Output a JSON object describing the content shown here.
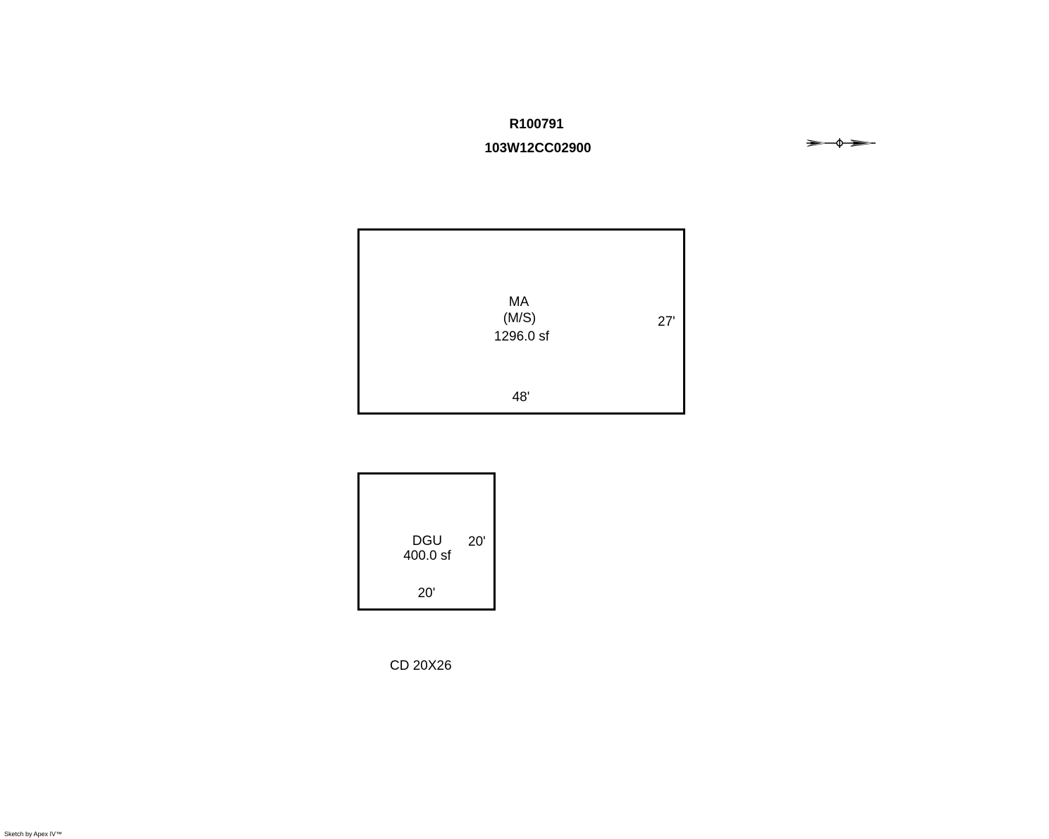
{
  "header": {
    "parcel_id": "R100791",
    "account_number": "103W12CC02900"
  },
  "compass": {
    "icon": "north-arrow-icon"
  },
  "rooms": {
    "main": {
      "code": "MA",
      "type": "(M/S)",
      "area": "1296.0 sf",
      "side_dimension": "27'",
      "bottom_dimension": "48'"
    },
    "garage": {
      "code": "DGU",
      "area": "400.0 sf",
      "side_dimension": "20'",
      "bottom_dimension": "20'"
    }
  },
  "note": "CD 20X26",
  "footer": "Sketch by Apex IV™",
  "colors": {
    "line": "#000000",
    "background": "#ffffff"
  }
}
